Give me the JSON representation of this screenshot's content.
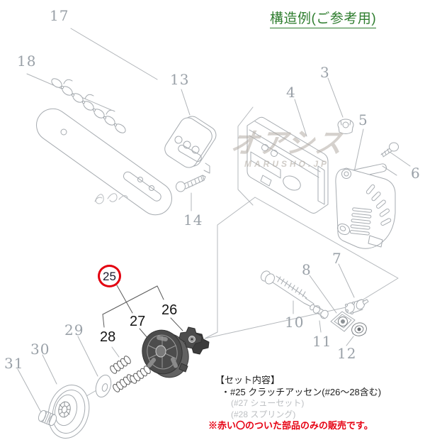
{
  "header": {
    "title": "構造例(ご参考用)",
    "title_color": "#2e7d2e"
  },
  "watermark": {
    "brand": "オアシス",
    "site": "MARUSHO.JP"
  },
  "diagram": {
    "type": "exploded-parts-diagram",
    "subject": "chainsaw guide bar / clutch assembly",
    "highlighted_part": "25",
    "highlight_color": "#e3000f",
    "part_labels": [
      {
        "num": "17"
      },
      {
        "num": "18"
      },
      {
        "num": "13"
      },
      {
        "num": "14"
      },
      {
        "num": "4"
      },
      {
        "num": "3"
      },
      {
        "num": "5"
      },
      {
        "num": "6"
      },
      {
        "num": "7"
      },
      {
        "num": "8"
      },
      {
        "num": "10"
      },
      {
        "num": "11"
      },
      {
        "num": "12"
      },
      {
        "num": "25"
      },
      {
        "num": "26"
      },
      {
        "num": "27"
      },
      {
        "num": "28"
      },
      {
        "num": "29"
      },
      {
        "num": "30"
      },
      {
        "num": "31"
      }
    ]
  },
  "set_info": {
    "heading": "【セット内容】",
    "items": [
      {
        "text": "・#25 クラッチアッセン(#26～28含む)",
        "muted": false
      },
      {
        "text": "(#27 シューセット)",
        "muted": true
      },
      {
        "text": "(#28 スプリング)",
        "muted": true
      }
    ],
    "note": "※赤い〇のついた部品のみの販売です。"
  }
}
